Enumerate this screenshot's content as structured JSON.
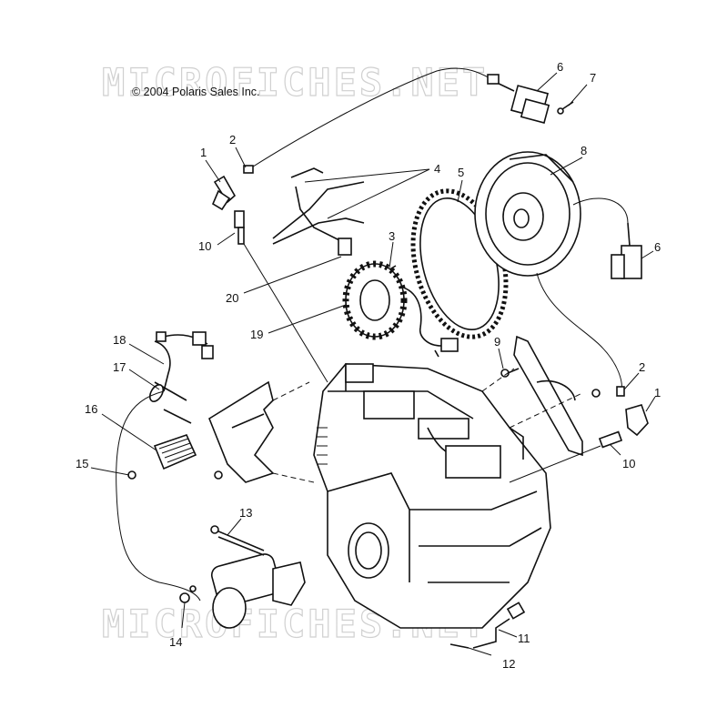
{
  "copyright": "© 2004 Polaris Sales Inc.",
  "watermark": "MICROFICHES.NET",
  "callouts": [
    "1",
    "2",
    "4",
    "3",
    "5",
    "6",
    "7",
    "8",
    "6",
    "10",
    "20",
    "19",
    "9",
    "2",
    "1",
    "18",
    "17",
    "16",
    "10",
    "15",
    "13",
    "14",
    "11",
    "12"
  ]
}
